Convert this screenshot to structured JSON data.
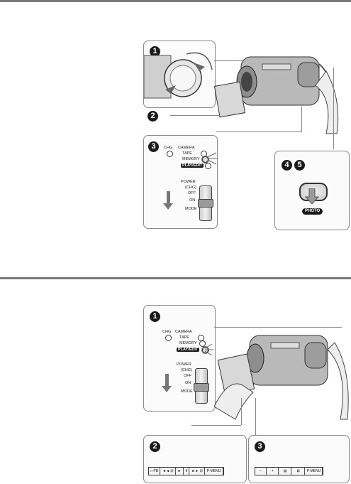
{
  "top_section": {
    "step_numbers": [
      "1",
      "2",
      "3",
      "4",
      "5"
    ],
    "lamps": {
      "chg": "CHG",
      "camera": "CAMERA",
      "tape": "TAPE",
      "memory": "MEMORY",
      "play_edit": "PLAY/EDIT"
    },
    "switch": {
      "power": "POWER",
      "chg": "(CHG)",
      "off": "OFF",
      "on": "ON",
      "mode": "MODE"
    },
    "photo_button_label": "PHOTO"
  },
  "bottom_section": {
    "step_numbers": [
      "1",
      "2",
      "3"
    ],
    "lamps": {
      "chg": "CHG",
      "camera": "CAMERA",
      "tape": "TAPE",
      "memory": "MEMORY",
      "play_edit": "PLAY/EDIT"
    },
    "switch": {
      "power": "POWER",
      "chg": "(CHG)",
      "off": "OFF",
      "on": "ON",
      "mode": "MODE"
    },
    "touch_bar_playback": [
      "□ PB",
      "◄◄ ⊟",
      "►",
      "II",
      "►► ⊟",
      "P-MENU"
    ],
    "touch_bar_index": [
      "–",
      "+",
      "▤",
      "⊠",
      "P-MENU"
    ]
  }
}
